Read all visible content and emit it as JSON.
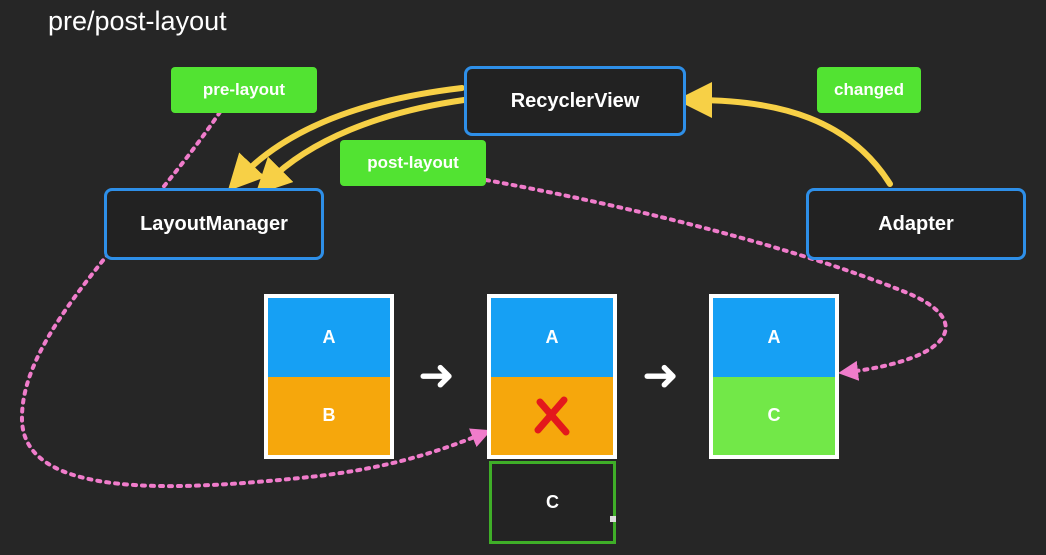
{
  "title": "pre/post-layout",
  "nodes": {
    "recycler_view": "RecyclerView",
    "layout_manager": "LayoutManager",
    "adapter": "Adapter"
  },
  "tags": {
    "pre_layout": "pre-layout",
    "post_layout": "post-layout",
    "changed": "changed"
  },
  "panels": {
    "before": {
      "top": "A",
      "bottom": "B"
    },
    "middle": {
      "top": "A",
      "removed_mark": "cross-mark-icon"
    },
    "after": {
      "top": "A",
      "bottom": "C"
    },
    "pending": "C"
  },
  "colors": {
    "background": "#262626",
    "node_border": "#2e8fe8",
    "tag": "#52e332",
    "flow_arrow": "#f7d046",
    "dotted_path": "#f07ccb",
    "item_a": "#16a0f4",
    "item_b": "#f6a70c",
    "item_c": "#72e848",
    "remove": "#e3181c"
  }
}
